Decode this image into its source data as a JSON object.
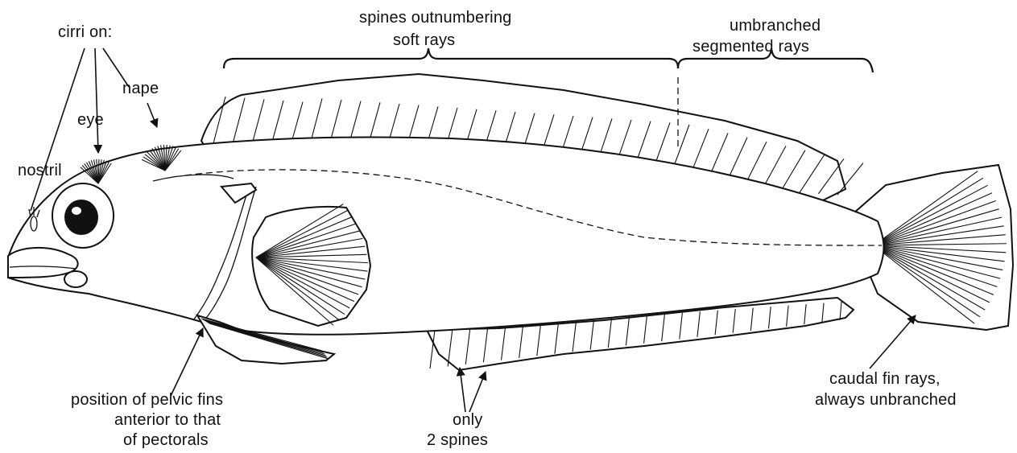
{
  "labels": {
    "cirri_on": "cirri on:",
    "nostril": "nostril",
    "eye": "eye",
    "nape": "nape",
    "spines_line1": "spines outnumbering",
    "spines_line2": "soft rays",
    "umbranched_line1": "umbranched",
    "umbranched_line2": "segmented rays",
    "pelvic_line1": "position of pelvic fins",
    "pelvic_line2": "anterior to that",
    "pelvic_line3": "of pectorals",
    "only_line1": "only",
    "only_line2": "2 spines",
    "caudal_line1": "caudal fin rays,",
    "caudal_line2": "always unbranched"
  },
  "colors": {
    "ink": "#111111",
    "background": "#ffffff"
  }
}
